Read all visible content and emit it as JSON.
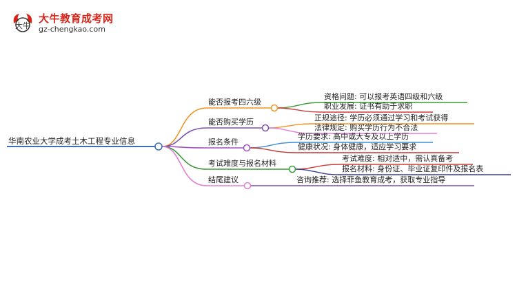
{
  "brand": {
    "title": "大牛教育成考网",
    "url": "gz-chengkao.com",
    "mark_text": "大牛"
  },
  "root": {
    "label": "华南农业大学成考土木工程专业信息"
  },
  "branches": [
    {
      "label": "能否报考四六级",
      "color": "#f0941d",
      "children": [
        {
          "label": "资格问题: 可以报考英语四级和六级",
          "color": "#3a9a36"
        },
        {
          "label": "职业发展: 证书有助于求职",
          "color": "#d23a3a"
        }
      ]
    },
    {
      "label": "能否购买学历",
      "color": "#7b4fb0",
      "children": [
        {
          "label": "正规途径: 学历必须通过学习和考试获得",
          "color": "#f0941d"
        },
        {
          "label": "法律规定: 购买学历行为不合法",
          "color": "#e37dd3"
        }
      ]
    },
    {
      "label": "报名条件",
      "color": "#a24fc7",
      "children": [
        {
          "label": "学历要求: 高中或大专及以上学历",
          "color": "#3d8ed6"
        },
        {
          "label": "健康状况: 身体健康，适应学习要求",
          "color": "#c23636"
        }
      ]
    },
    {
      "label": "考试难度与报名材料",
      "color": "#3a9a36",
      "children": [
        {
          "label": "考试难度: 相对适中，需认真备考",
          "color": "#d23a3a"
        },
        {
          "label": "报名材料: 身份证、毕业证复印件及报名表",
          "color": "#3a3f8f"
        }
      ]
    },
    {
      "label": "结尾建议",
      "color": "#e37dd3",
      "children": [
        {
          "label": "咨询推荐: 选择菲鱼教育成考，获取专业指导",
          "color": "#7b4fb0"
        }
      ]
    }
  ]
}
